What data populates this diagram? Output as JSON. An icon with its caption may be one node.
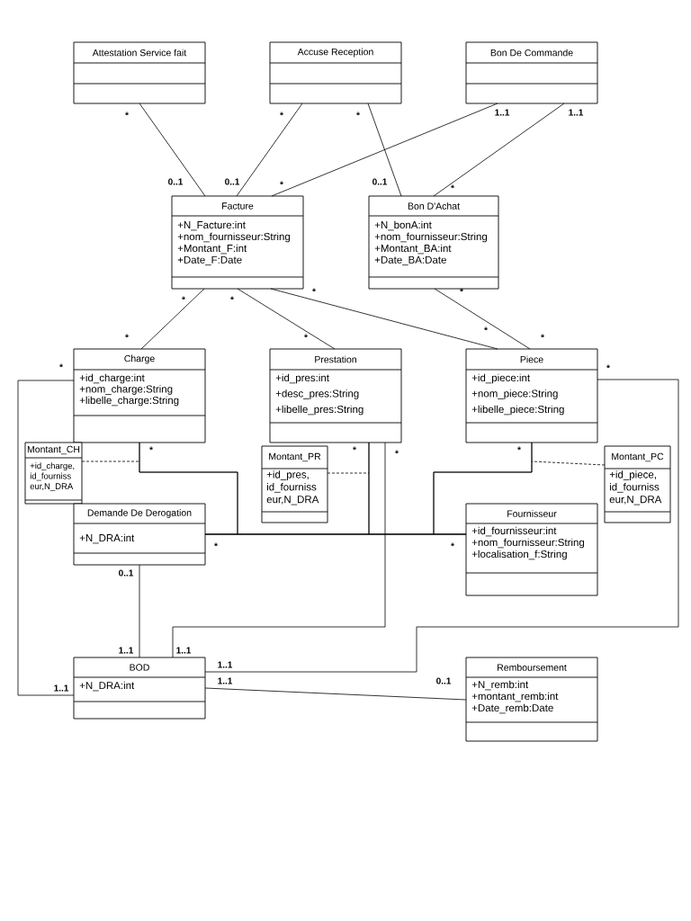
{
  "diagram": {
    "nodes": [
      {
        "text": [
          "Attestation Service fait"
        ]
      },
      {
        "text": [
          "Accuse Reception"
        ]
      },
      {
        "text": [
          "Bon De Commande"
        ]
      },
      {
        "text": [
          "Facture",
          "+N_Facture:int",
          "+nom_fournisseur:String",
          "+Montant_F:int",
          "+Date_F:Date"
        ]
      },
      {
        "text": [
          "Bon D'Achat",
          "+N_bonA:int",
          "+nom_fournisseur:String",
          "+Montant_BA:int",
          "+Date_BA:Date"
        ]
      },
      {
        "text": [
          "Charge",
          "+id_charge:int",
          "+nom_charge:String",
          "+libelle_charge:String"
        ]
      },
      {
        "text": [
          "Prestation",
          "+id_pres:int",
          "+desc_pres:String",
          "+libelle_pres:String"
        ]
      },
      {
        "text": [
          "Piece",
          "+id_piece:int",
          "+nom_piece:String",
          "+libelle_piece:String"
        ]
      },
      {
        "text": [
          "Montant_CH",
          "+id_charge, id_fourniss eur,N_DRA"
        ]
      },
      {
        "text": [
          "Montant_PR",
          "+id_pres, id_fourniss eur,N_DRA"
        ]
      },
      {
        "text": [
          "Montant_PC",
          "+id_piece, id_fourniss eur,N_DRA"
        ]
      },
      {
        "text": [
          "Demande De Derogation",
          "+N_DRA:int"
        ]
      },
      {
        "text": [
          "Fournisseur",
          "+id_fournisseur:int",
          "+nom_fournisseur:String",
          "+localisation_f:String"
        ]
      },
      {
        "text": [
          "BOD",
          "+N_DRA:int"
        ]
      },
      {
        "text": [
          "Remboursement",
          "+N_remb:int",
          "+montant_remb:int",
          "+Date_remb:Date"
        ]
      }
    ],
    "edges": [
      {
        "from": 0,
        "to": 3,
        "arrow": "none"
      },
      {
        "from": 1,
        "to": 3,
        "arrow": "none"
      },
      {
        "from": 1,
        "to": 4,
        "arrow": "none"
      },
      {
        "from": 2,
        "to": 3,
        "arrow": "none"
      },
      {
        "from": 2,
        "to": 4,
        "arrow": "none"
      },
      {
        "from": 3,
        "to": 5,
        "arrow": "none"
      },
      {
        "from": 3,
        "to": 6,
        "arrow": "none"
      },
      {
        "from": 3,
        "to": 7,
        "arrow": "none"
      },
      {
        "from": 4,
        "to": 7,
        "arrow": "none"
      },
      {
        "from": 5,
        "to": 13,
        "arrow": "none"
      },
      {
        "from": 5,
        "to": 11,
        "arrow": "none"
      },
      {
        "from": 5,
        "to": 12,
        "arrow": "none"
      },
      {
        "from": 6,
        "to": 11,
        "arrow": "none"
      },
      {
        "from": 6,
        "to": 12,
        "arrow": "none"
      },
      {
        "from": 7,
        "to": 11,
        "arrow": "none"
      },
      {
        "from": 7,
        "to": 12,
        "arrow": "none"
      },
      {
        "from": 6,
        "to": 13,
        "arrow": "none"
      },
      {
        "from": 7,
        "to": 13,
        "arrow": "none"
      },
      {
        "from": 11,
        "to": 13,
        "arrow": "none"
      },
      {
        "from": 13,
        "to": 14,
        "arrow": "none"
      },
      {
        "from": 8,
        "to": null,
        "arrow": "none",
        "style": "dashed"
      },
      {
        "from": 9,
        "to": null,
        "arrow": "none",
        "style": "dashed"
      },
      {
        "from": 10,
        "to": null,
        "arrow": "none",
        "style": "dashed"
      }
    ],
    "labels": [
      "*",
      "*",
      "*",
      "1..1",
      "1..1",
      "0..1",
      "0..1",
      "0..1",
      "*",
      "*",
      "*",
      "*",
      "*",
      "*",
      "*",
      "*",
      "*",
      "*",
      "*",
      "*",
      "*",
      "*",
      "*",
      "*",
      "*",
      "*",
      "0..1",
      "1..1",
      "1..1",
      "1..1",
      "1..1",
      "0..1",
      "1..1"
    ]
  }
}
